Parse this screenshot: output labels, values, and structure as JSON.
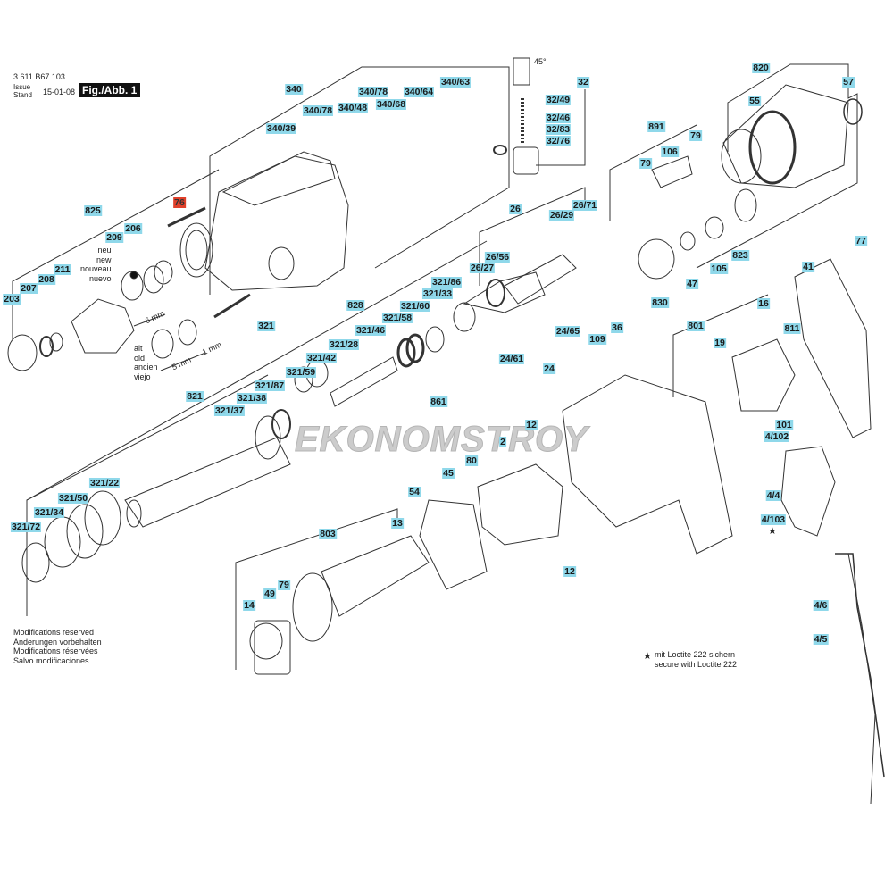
{
  "header": {
    "doc_number": "3 611 B67 103",
    "issue_label": "Issue\nStand",
    "issue_date": "15-01-08",
    "figure_label": "Fig./Abb. 1"
  },
  "notes": {
    "new_label": "neu\nnew\nnouveau\nnuevo",
    "old_label": "alt\nold\nancien\nviejo",
    "dim_6mm": "6 mm",
    "dim_5mm": "5 mm",
    "dim_1mm": "1 mm",
    "angle": "45°",
    "modifications": "Modifications reserved\nÄnderungen vorbehalten\nModifications réservées\nSalvo modificaciones",
    "loctite_star": "★",
    "loctite": "mit Loctite 222 sichern\nsecure with Loctite 222",
    "watermark": "EKONOMSTROY"
  },
  "colors": {
    "label_bg": "#8fd8ea",
    "highlight": "#e0402a"
  },
  "parts": [
    {
      "label": "340"
    },
    {
      "label": "340/78"
    },
    {
      "label": "340/39"
    },
    {
      "label": "340/48"
    },
    {
      "label": "340/78"
    },
    {
      "label": "340/68"
    },
    {
      "label": "340/64"
    },
    {
      "label": "340/63"
    },
    {
      "label": "76",
      "highlighted": true
    },
    {
      "label": "825"
    },
    {
      "label": "206"
    },
    {
      "label": "209"
    },
    {
      "label": "211"
    },
    {
      "label": "208"
    },
    {
      "label": "207"
    },
    {
      "label": "203"
    },
    {
      "label": "32"
    },
    {
      "label": "32/49"
    },
    {
      "label": "32/46"
    },
    {
      "label": "32/83"
    },
    {
      "label": "32/76"
    },
    {
      "label": "820"
    },
    {
      "label": "57"
    },
    {
      "label": "55"
    },
    {
      "label": "891"
    },
    {
      "label": "79"
    },
    {
      "label": "106"
    },
    {
      "label": "79"
    },
    {
      "label": "26"
    },
    {
      "label": "26/29"
    },
    {
      "label": "26/71"
    },
    {
      "label": "26/56"
    },
    {
      "label": "26/27"
    },
    {
      "label": "321/86"
    },
    {
      "label": "321/33"
    },
    {
      "label": "321/60"
    },
    {
      "label": "321/58"
    },
    {
      "label": "321/46"
    },
    {
      "label": "321/28"
    },
    {
      "label": "321/42"
    },
    {
      "label": "321/59"
    },
    {
      "label": "321/87"
    },
    {
      "label": "321/38"
    },
    {
      "label": "321/37"
    },
    {
      "label": "828"
    },
    {
      "label": "321"
    },
    {
      "label": "821"
    },
    {
      "label": "77"
    },
    {
      "label": "41"
    },
    {
      "label": "16"
    },
    {
      "label": "811"
    },
    {
      "label": "801"
    },
    {
      "label": "19"
    },
    {
      "label": "830"
    },
    {
      "label": "47"
    },
    {
      "label": "105"
    },
    {
      "label": "823"
    },
    {
      "label": "109"
    },
    {
      "label": "36"
    },
    {
      "label": "24/65"
    },
    {
      "label": "24/61"
    },
    {
      "label": "24"
    },
    {
      "label": "861"
    },
    {
      "label": "321/22"
    },
    {
      "label": "321/50"
    },
    {
      "label": "321/34"
    },
    {
      "label": "321/72"
    },
    {
      "label": "12"
    },
    {
      "label": "2"
    },
    {
      "label": "80"
    },
    {
      "label": "45"
    },
    {
      "label": "54"
    },
    {
      "label": "13"
    },
    {
      "label": "803"
    },
    {
      "label": "79"
    },
    {
      "label": "49"
    },
    {
      "label": "14"
    },
    {
      "label": "12"
    },
    {
      "label": "101"
    },
    {
      "label": "4/102"
    },
    {
      "label": "4/4"
    },
    {
      "label": "4/103"
    },
    {
      "label": "4/6"
    },
    {
      "label": "4/5"
    }
  ]
}
